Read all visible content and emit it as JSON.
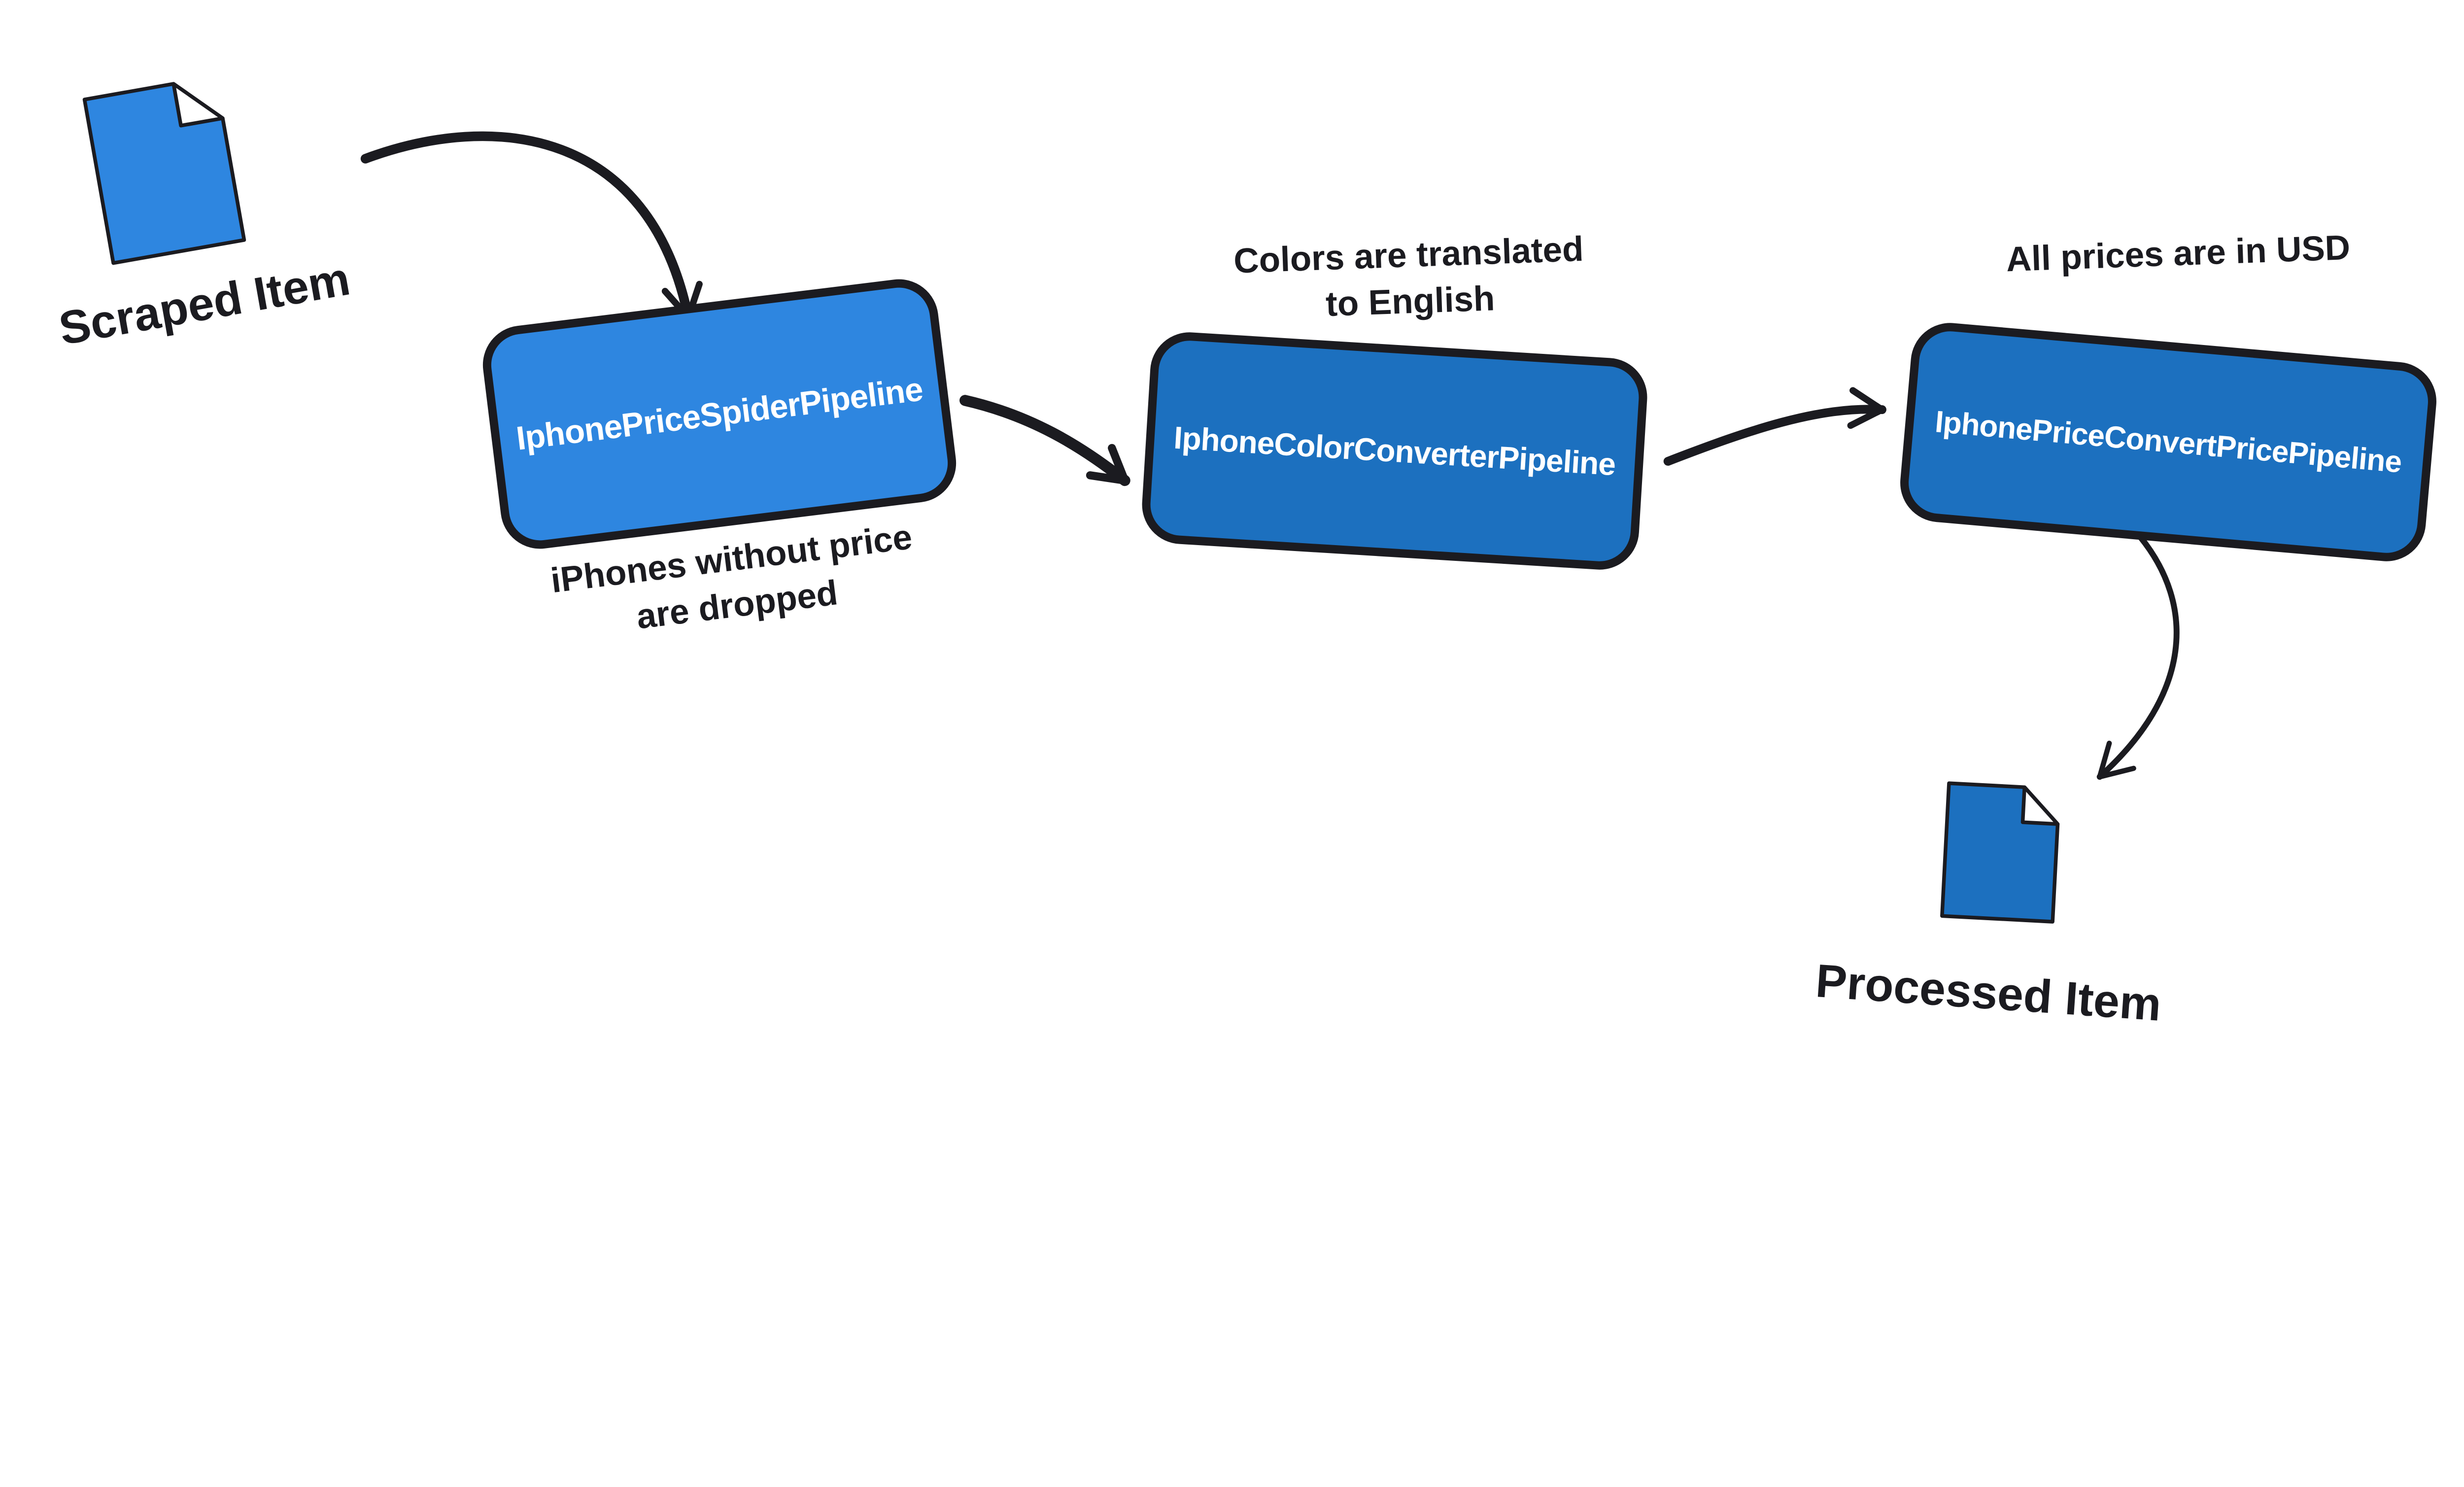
{
  "colors": {
    "background": "#ffffff",
    "ink": "#1b1b20",
    "light_blue": "#2e86e0",
    "dark_blue": "#1c70bf",
    "box_label_text": "#ffffff"
  },
  "items": {
    "scraped": {
      "label": "Scraped Item",
      "icon": "document-icon",
      "fill": "#2e86e0"
    },
    "processed": {
      "label": "Processed Item",
      "icon": "document-icon",
      "fill": "#1c70bf"
    }
  },
  "pipelines": [
    {
      "label": "IphonePriceSpiderPipeline",
      "fill": "#2e86e0",
      "caption_line1": "iPhones without price",
      "caption_line2": "are dropped",
      "caption_position": "below"
    },
    {
      "label": "IphoneColorConverterPipeline",
      "fill": "#1c70bf",
      "caption_line1": "Colors are translated",
      "caption_line2": "to English",
      "caption_position": "above"
    },
    {
      "label": "IphonePriceConvertPricePipeline",
      "fill": "#1c70bf",
      "caption_line1": "All prices are in USD",
      "caption_line2": "",
      "caption_position": "above"
    }
  ]
}
